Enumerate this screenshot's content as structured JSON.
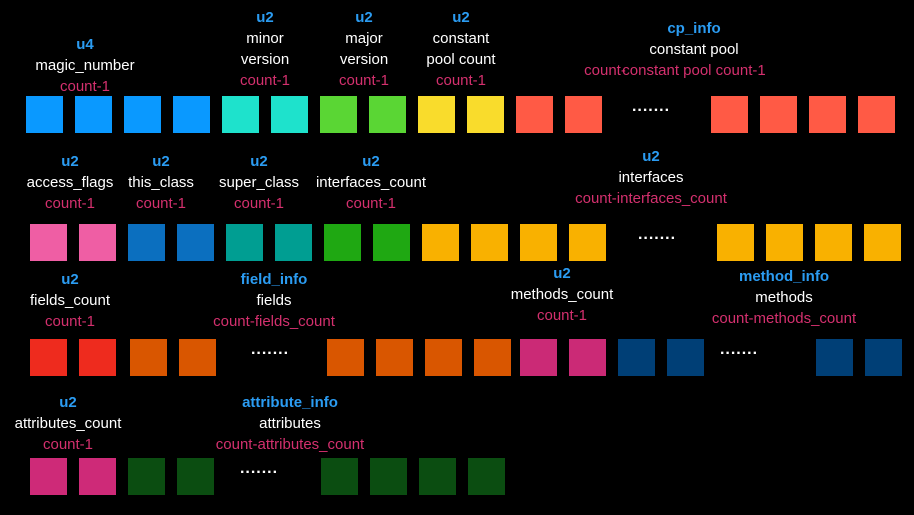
{
  "colors": {
    "magic": "#0a99ff",
    "minor": "#1ee2cc",
    "major": "#5ad634",
    "cpcount": "#f9dc2c",
    "cp": "#ff5a45",
    "access": "#ef5ea4",
    "thisclass": "#0b6fbf",
    "superclass": "#009e92",
    "ifcount": "#1fa812",
    "interfaces": "#f9b100",
    "fieldscount": "#ee2b1e",
    "fields": "#d95600",
    "methodscount": "#cb2a76",
    "methods": "#003f76",
    "attrcount": "#ce2a78",
    "attrs": "#0b4d11"
  },
  "fields": [
    {
      "id": "magic-number",
      "type": "u4",
      "name": [
        "magic_number"
      ],
      "count": "count-1"
    },
    {
      "id": "minor-version",
      "type": "u2",
      "name": [
        "minor",
        "version"
      ],
      "count": "count-1"
    },
    {
      "id": "major-version",
      "type": "u2",
      "name": [
        "major",
        "version"
      ],
      "count": "count-1"
    },
    {
      "id": "constant-pool-count",
      "type": "u2",
      "name": [
        "constant",
        "pool count"
      ],
      "count": "count-1"
    },
    {
      "id": "constant-pool",
      "type": "cp_info",
      "name": [
        "constant pool"
      ],
      "count": "constant pool count-1"
    },
    {
      "id": "constant-pool-prefix",
      "type": "",
      "name": [],
      "count": "count-"
    },
    {
      "id": "access-flags",
      "type": "u2",
      "name": [
        "access_flags"
      ],
      "count": "count-1"
    },
    {
      "id": "this-class",
      "type": "u2",
      "name": [
        "this_class"
      ],
      "count": "count-1"
    },
    {
      "id": "super-class",
      "type": "u2",
      "name": [
        "super_class"
      ],
      "count": "count-1"
    },
    {
      "id": "interfaces-count",
      "type": "u2",
      "name": [
        "interfaces_count"
      ],
      "count": "count-1"
    },
    {
      "id": "interfaces",
      "type": "u2",
      "name": [
        "interfaces"
      ],
      "count": "count-interfaces_count"
    },
    {
      "id": "fields-count",
      "type": "u2",
      "name": [
        "fields_count"
      ],
      "count": "count-1"
    },
    {
      "id": "fields",
      "type": "field_info",
      "name": [
        "fields"
      ],
      "count": "count-fields_count"
    },
    {
      "id": "methods-count",
      "type": "u2",
      "name": [
        "methods_count"
      ],
      "count": "count-1"
    },
    {
      "id": "methods",
      "type": "method_info",
      "name": [
        "methods"
      ],
      "count": "count-methods_count"
    },
    {
      "id": "attributes-count",
      "type": "u2",
      "name": [
        "attributes_count"
      ],
      "count": "count-1"
    },
    {
      "id": "attributes",
      "type": "attribute_info",
      "name": [
        "attributes"
      ],
      "count": "count-attributes_count"
    }
  ],
  "ellipsis": "......."
}
